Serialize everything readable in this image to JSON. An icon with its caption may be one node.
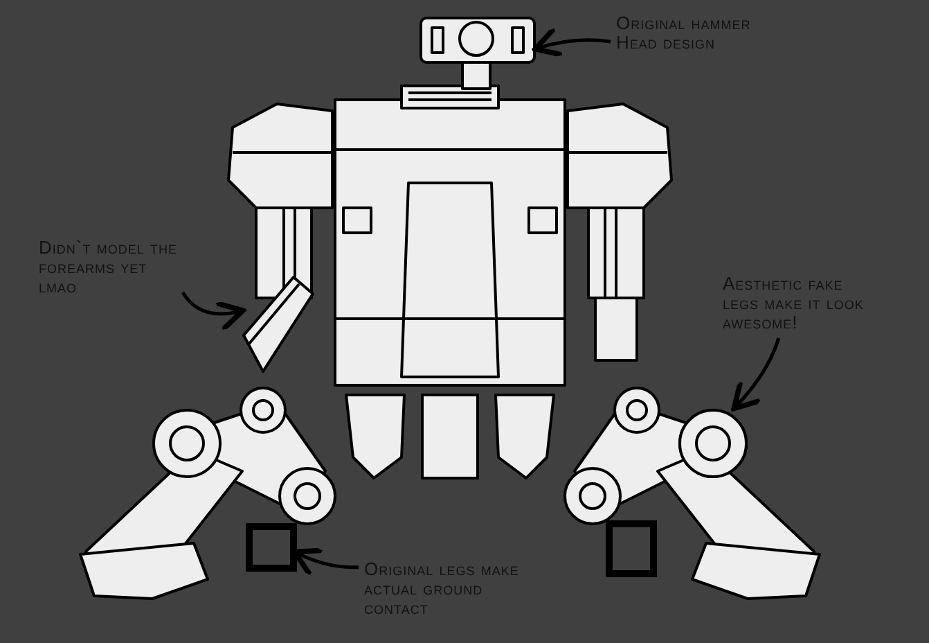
{
  "diagram": {
    "nodes": [
      {
        "text": [
          "Original hammer Head design"
        ]
      },
      {
        "text": [],
        "shape": "picture"
      },
      {
        "text": [
          "Didn`t model the forearms yet lmao"
        ]
      },
      {
        "text": [],
        "shape": "picture"
      },
      {
        "text": [
          "Aesthetic fake legs make it look awesome!"
        ]
      },
      {
        "text": [],
        "shape": "picture"
      },
      {
        "text": [
          "Original legs make actual ground contact"
        ]
      },
      {
        "text": [],
        "shape": "box"
      }
    ],
    "edges": [
      {
        "from": 0,
        "to": 1,
        "arrow": "to"
      },
      {
        "from": 2,
        "to": 3,
        "arrow": "to"
      },
      {
        "from": 4,
        "to": 5,
        "arrow": "to"
      },
      {
        "from": 6,
        "to": 7,
        "arrow": "to"
      }
    ]
  }
}
